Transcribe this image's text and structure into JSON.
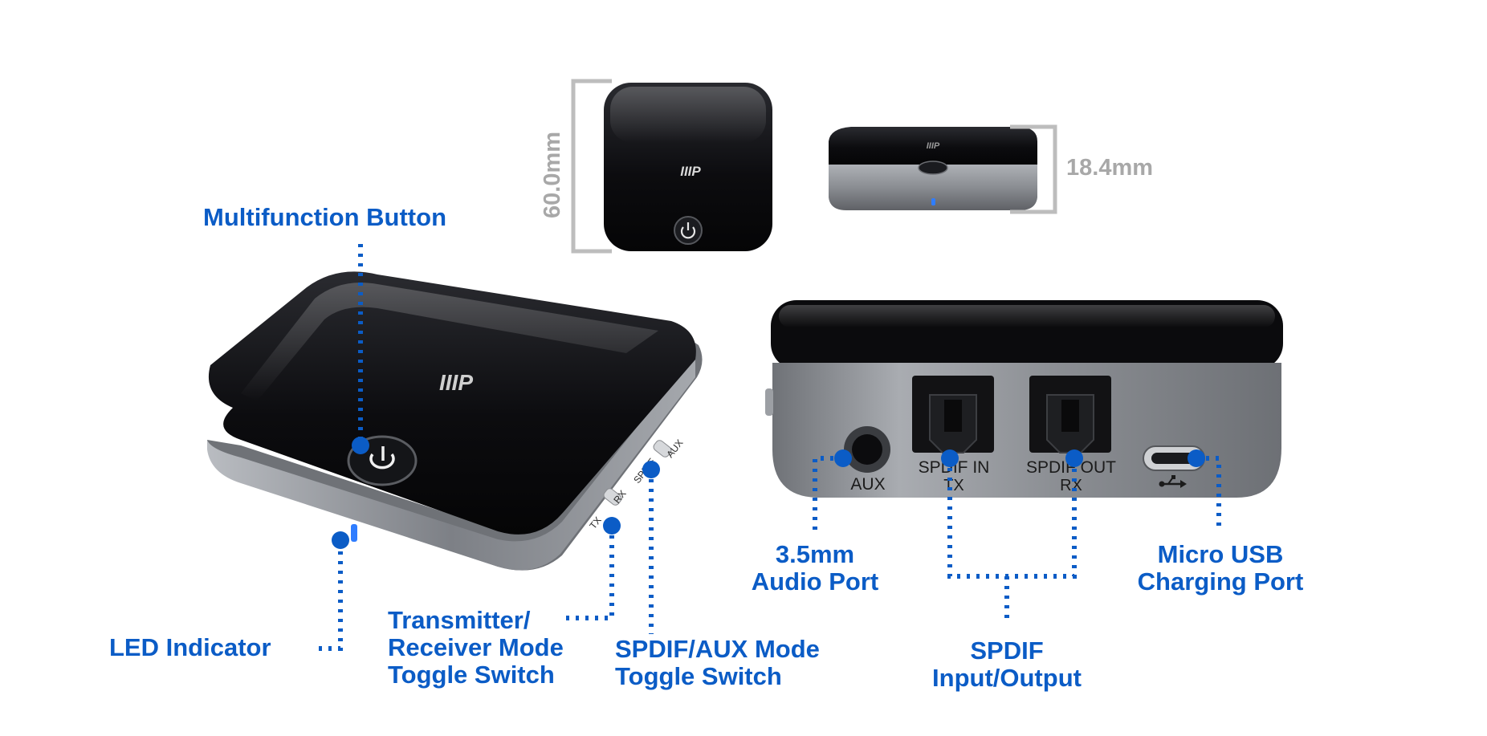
{
  "dimensions": {
    "height_label": "60.0mm",
    "depth_label": "18.4mm"
  },
  "device": {
    "logo": "IIIP",
    "switch_label_tx": "TX",
    "switch_label_rx": "RX",
    "switch_label_spdif": "SPDIF",
    "switch_label_aux": "AUX"
  },
  "rear_panel": {
    "aux_port_label": "AUX",
    "spdif_in_label": "SPDIF IN",
    "spdif_in_sub": "TX",
    "spdif_out_label": "SPDIF OUT",
    "spdif_out_sub": "RX",
    "usb_icon": "usb-icon"
  },
  "callouts": {
    "multifunction_button": "Multifunction Button",
    "led_indicator": "LED Indicator",
    "tx_rx_switch": [
      "Transmitter/",
      "Receiver Mode",
      "Toggle Switch"
    ],
    "spdif_aux_switch": [
      "SPDIF/AUX Mode",
      "Toggle Switch"
    ],
    "audio_port": [
      "3.5mm",
      "Audio Port"
    ],
    "spdif_io": [
      "SPDIF",
      "Input/Output"
    ],
    "micro_usb": [
      "Micro USB",
      "Charging Port"
    ]
  },
  "colors": {
    "callout_blue": "#0b5cc6",
    "dimension_gray": "#a8a8a8",
    "device_black": "#0c0c0f",
    "device_silver": "#8e9196",
    "led_blue": "#2f7dff"
  }
}
